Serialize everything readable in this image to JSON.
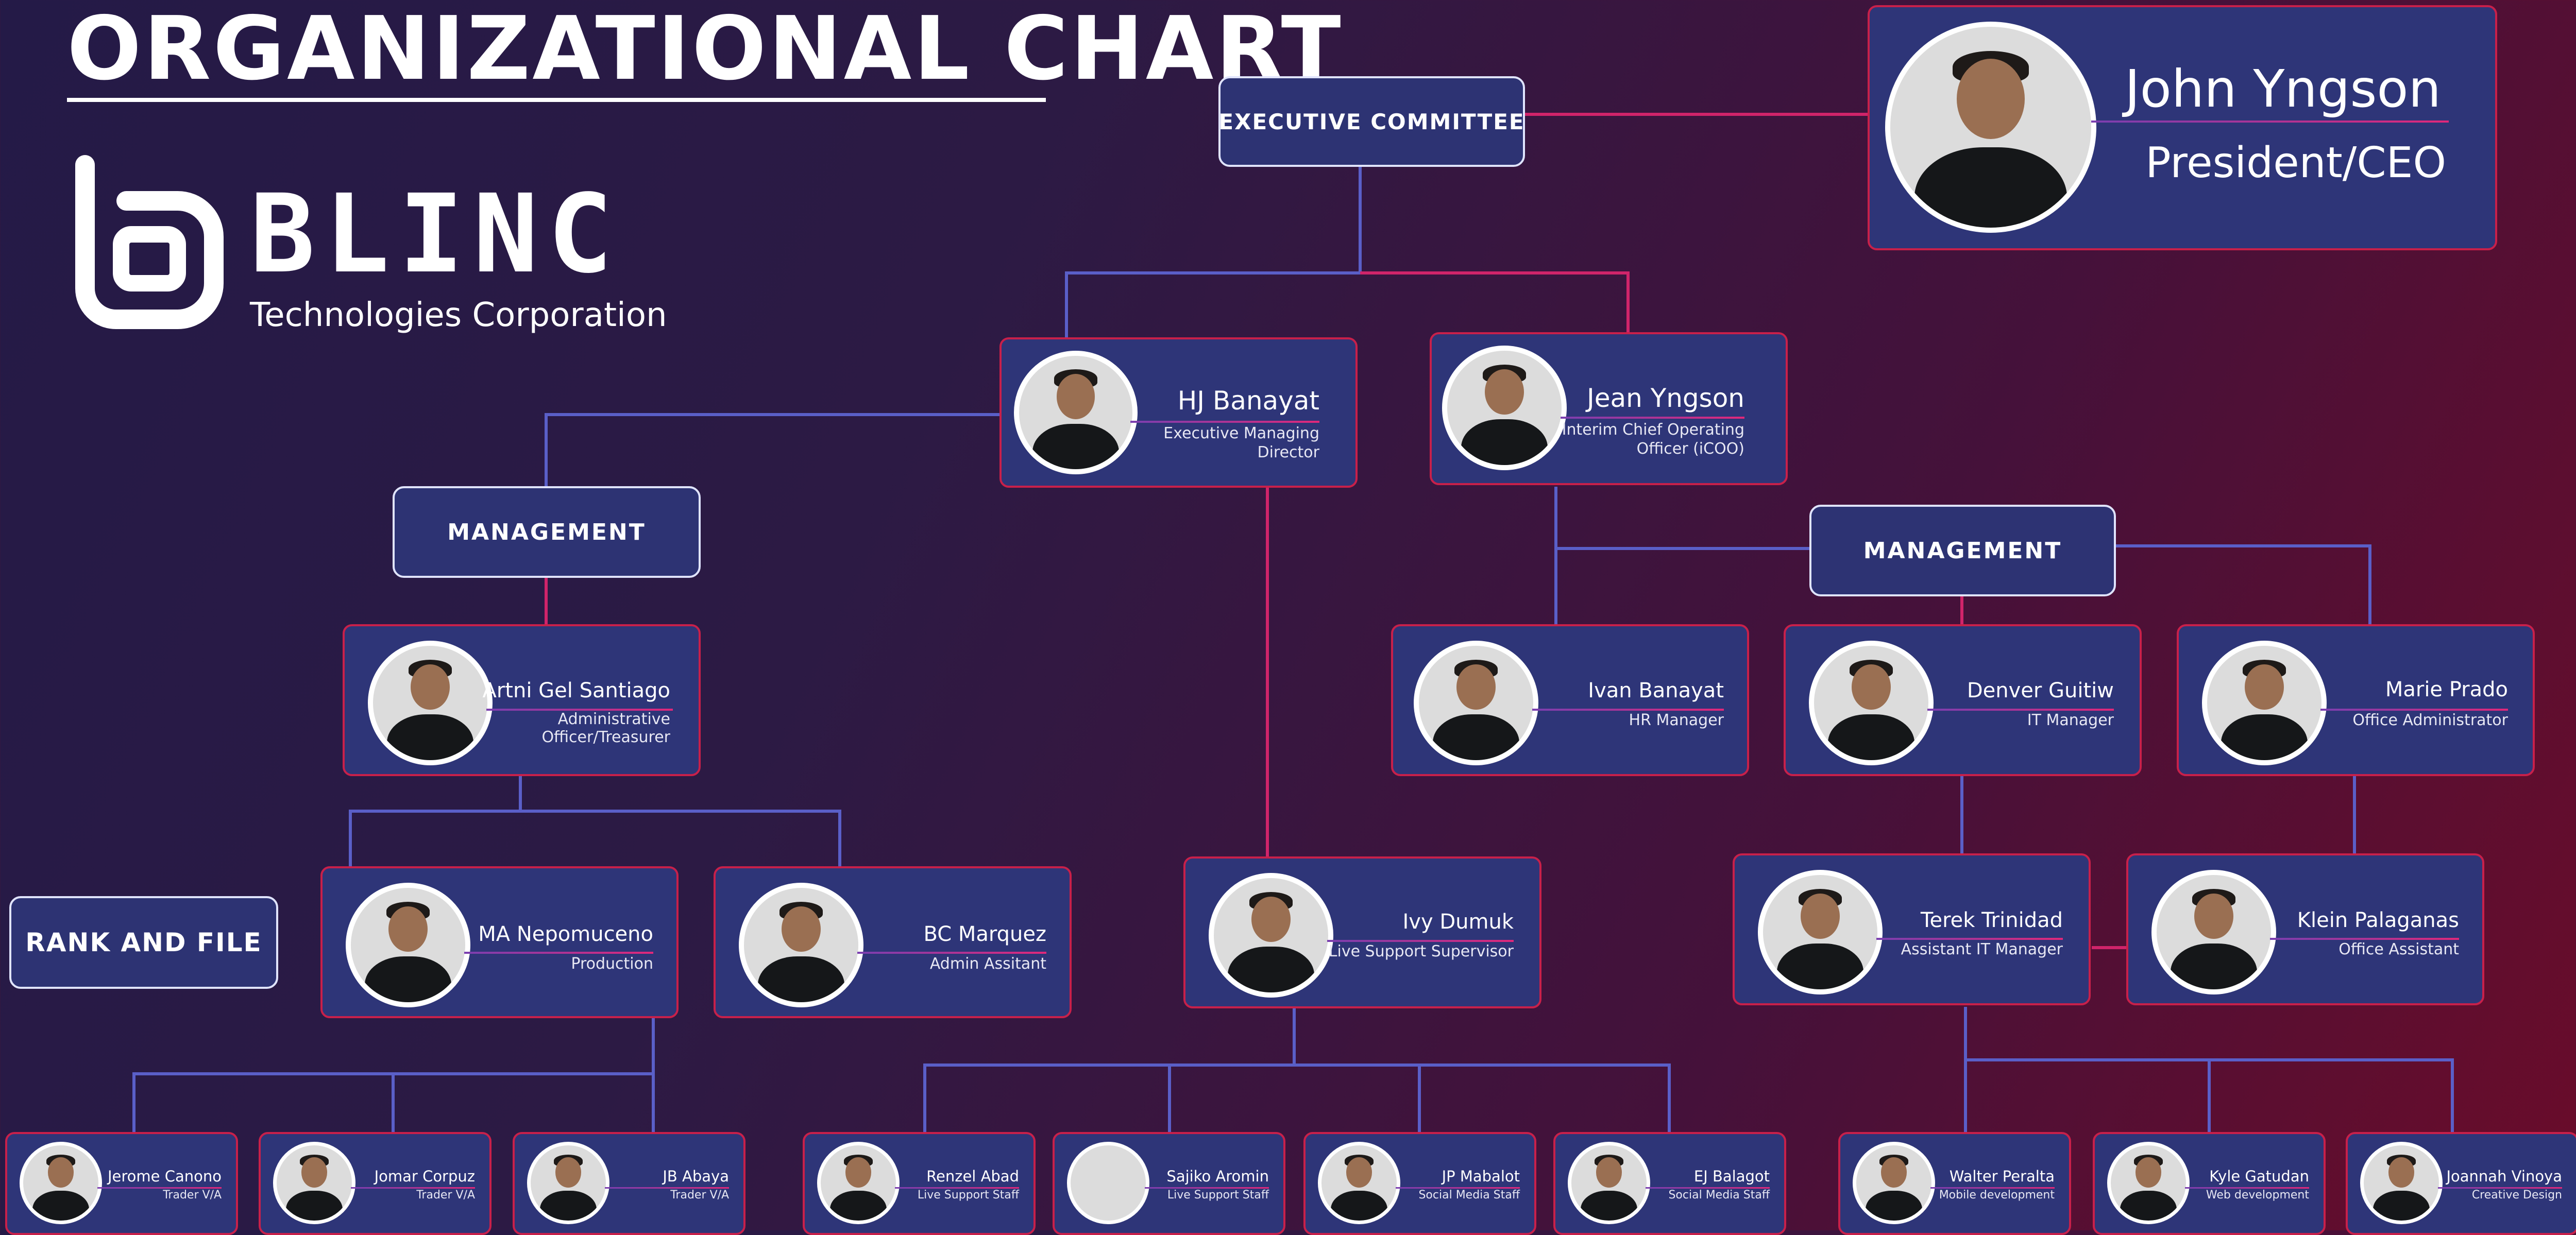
{
  "title": "ORGANIZATIONAL CHART",
  "logo": {
    "name": "BLINC",
    "subtitle": "Technologies Corporation",
    "icon": "blinc-logo-icon"
  },
  "colors": {
    "card_bg": "#2e3578",
    "card_border": "#c8204a",
    "line_blue": "#5a5fc8",
    "line_pink": "#d0246a"
  },
  "labels": {
    "executive_committee": "EXECUTIVE COMMITTEE",
    "management_left": "MANAGEMENT",
    "management_right": "MANAGEMENT",
    "rank_and_file": "RANK AND FILE"
  },
  "people": {
    "ceo": {
      "name": "John Yngson",
      "role": "President/CEO"
    },
    "hj": {
      "name": "HJ Banayat",
      "role_1": "Executive Managing",
      "role_2": "Director"
    },
    "jean": {
      "name": "Jean Yngson",
      "role_1": "Interim Chief Operating",
      "role_2": "Officer (iCOO)"
    },
    "artni": {
      "name": "Artni Gel Santiago",
      "role_1": "Administrative",
      "role_2": "Officer/Treasurer"
    },
    "ivan": {
      "name": "Ivan Banayat",
      "role": "HR Manager"
    },
    "denver": {
      "name": "Denver Guitiw",
      "role": "IT Manager"
    },
    "marie": {
      "name": "Marie Prado",
      "role": "Office Administrator"
    },
    "ma": {
      "name": "MA Nepomuceno",
      "role": "Production"
    },
    "bc": {
      "name": "BC Marquez",
      "role": "Admin Assitant"
    },
    "ivy": {
      "name": "Ivy Dumuk",
      "role": "Live Support Supervisor"
    },
    "terek": {
      "name": "Terek Trinidad",
      "role": "Assistant IT Manager"
    },
    "klein": {
      "name": "Klein Palaganas",
      "role": "Office Assistant"
    },
    "jerome": {
      "name": "Jerome Canono",
      "role": "Trader V/A"
    },
    "jomar": {
      "name": "Jomar Corpuz",
      "role": "Trader V/A"
    },
    "jb": {
      "name": "JB Abaya",
      "role": "Trader V/A"
    },
    "renzel": {
      "name": "Renzel Abad",
      "role": "Live Support Staff"
    },
    "sajiko": {
      "name": "Sajiko Aromin",
      "role": "Live Support Staff"
    },
    "jp": {
      "name": "JP Mabalot",
      "role": "Social Media Staff"
    },
    "ej": {
      "name": "EJ Balagot",
      "role": "Social Media Staff"
    },
    "walter": {
      "name": "Walter Peralta",
      "role": "Mobile development"
    },
    "kyle": {
      "name": "Kyle Gatudan",
      "role": "Web development"
    },
    "joannah": {
      "name": "Joannah Vinoya",
      "role": "Creative Design"
    }
  }
}
